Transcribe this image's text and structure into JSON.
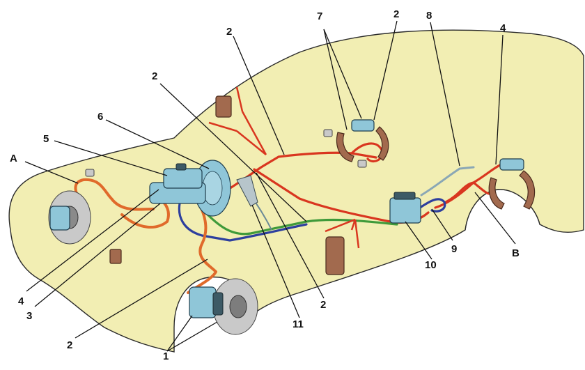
{
  "callouts": {
    "c1": "1",
    "c2_left": "2",
    "c2_top_left": "2",
    "c2_top_mid": "2",
    "c2_top_right": "2",
    "c2_bottom": "2",
    "c3": "3",
    "c4_left": "4",
    "c4_right": "4",
    "c5": "5",
    "c6": "6",
    "c7": "7",
    "c8": "8",
    "c9": "9",
    "c10": "10",
    "c11": "11",
    "cA": "A",
    "cB": "B"
  },
  "colors": {
    "car_body": "#f2eeb3",
    "car_outline": "#2a2a2a",
    "pipe_primary": "#d9361f",
    "pipe_front": "#e06a2b",
    "pipe_secondary": "#3f9a3a",
    "pipe_return": "#2d3f9e",
    "component": "#8fc6d8",
    "brake_shoe": "#a26a4e"
  }
}
